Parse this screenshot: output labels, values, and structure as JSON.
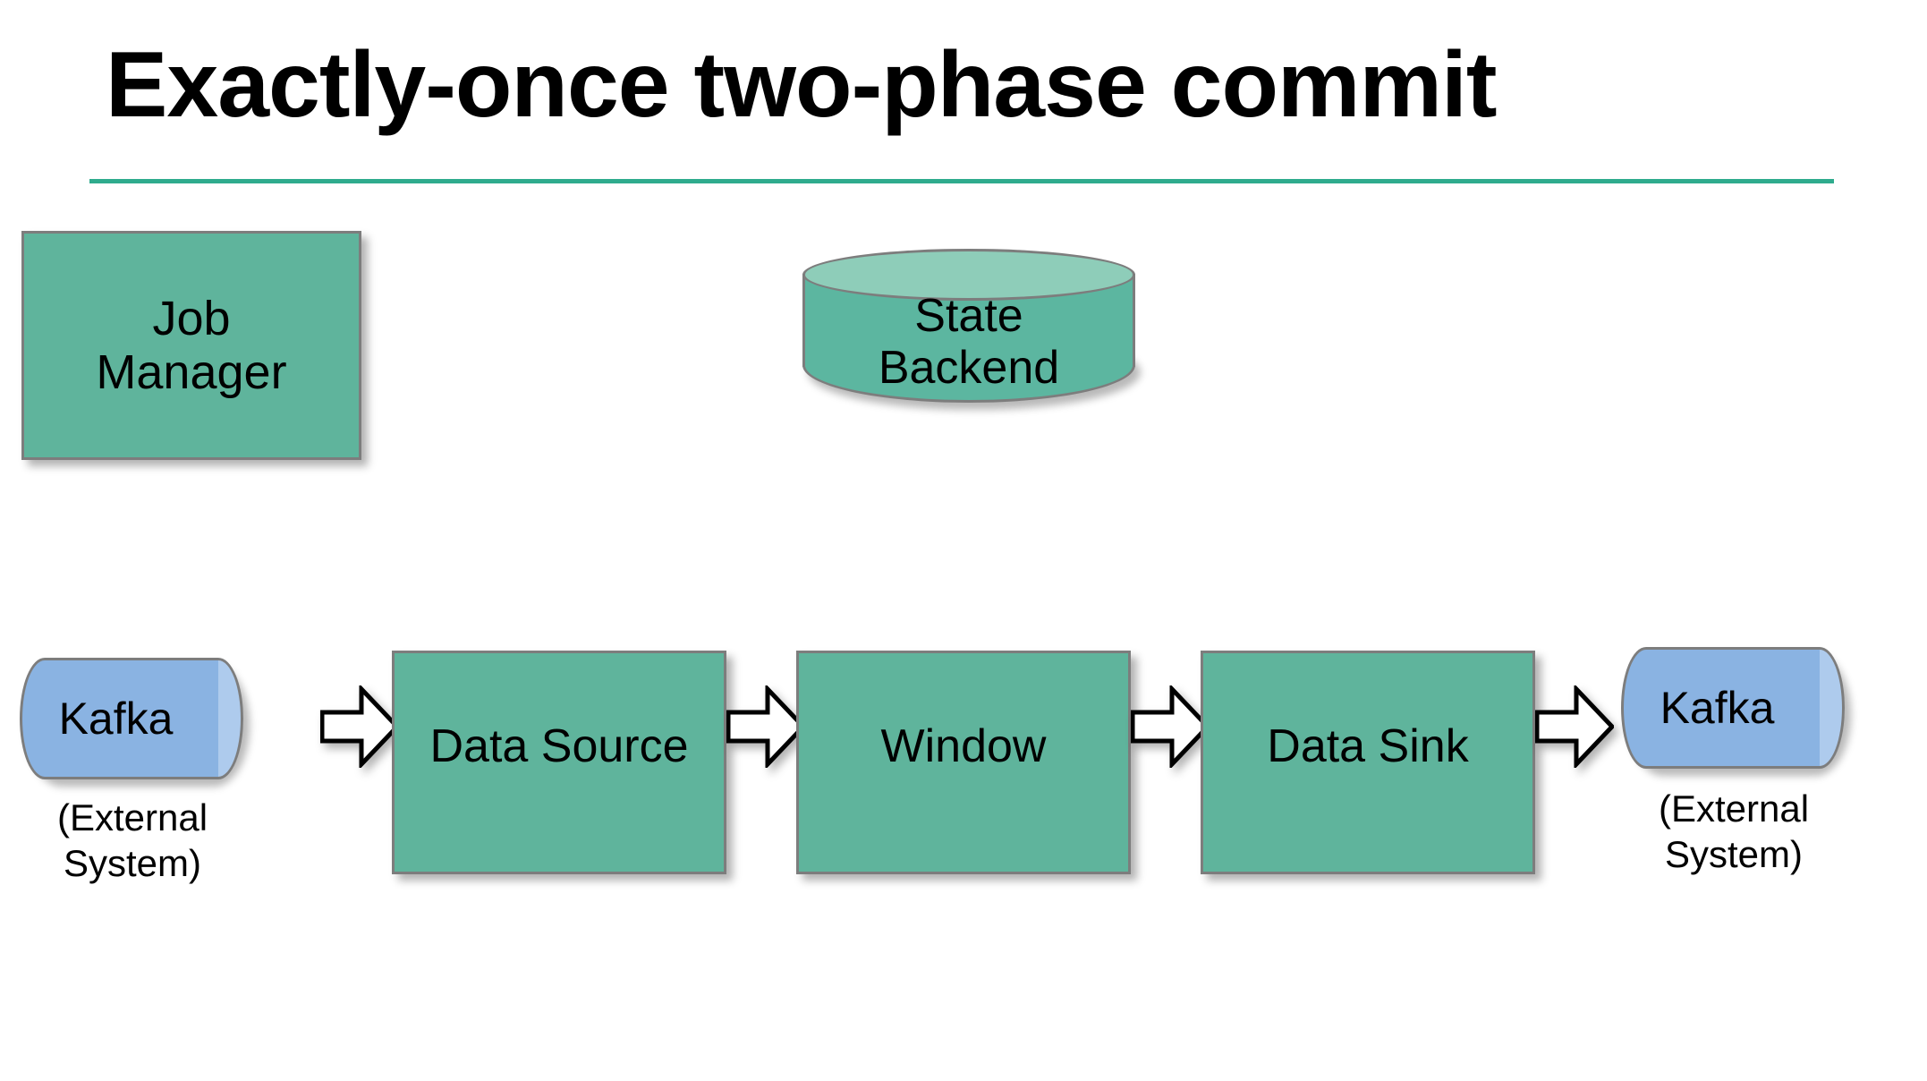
{
  "slide": {
    "title": "Exactly-once two-phase commit",
    "background_color": "#ffffff",
    "accent_color": "#2fab8d"
  },
  "colors": {
    "process_green": "#5fb49c",
    "cylinder_green": "#5cb6a0",
    "cylinder_green_top": "#8ecdb9",
    "kafka_blue": "#8ab3e2",
    "kafka_blue_cap": "#aecbed",
    "shape_border": "#7d7d7d",
    "arrow_fill": "#ffffff",
    "arrow_stroke": "#000000",
    "text": "#000000"
  },
  "nodes": {
    "job_manager": {
      "label": "Job\nManager",
      "line1": "Job",
      "line2": "Manager",
      "shape": "rectangle"
    },
    "state_backend": {
      "label": "State\nBackend",
      "line1": "State",
      "line2": "Backend",
      "shape": "cylinder-vertical"
    },
    "kafka_source": {
      "label": "Kafka",
      "sublabel_line1": "(External",
      "sublabel_line2": "System)",
      "shape": "cylinder-horizontal"
    },
    "data_source": {
      "label": "Data Source",
      "shape": "rectangle"
    },
    "window": {
      "label": "Window",
      "shape": "rectangle"
    },
    "data_sink": {
      "label": "Data Sink",
      "shape": "rectangle"
    },
    "kafka_sink": {
      "label": "Kafka",
      "sublabel_line1": "(External",
      "sublabel_line2": "System)",
      "shape": "cylinder-horizontal"
    }
  },
  "arrows": [
    {
      "name": "kafka-source-to-data-source",
      "direction": "right"
    },
    {
      "name": "data-source-to-window",
      "direction": "right"
    },
    {
      "name": "window-to-data-sink",
      "direction": "right"
    },
    {
      "name": "data-sink-to-kafka-sink",
      "direction": "right"
    }
  ]
}
